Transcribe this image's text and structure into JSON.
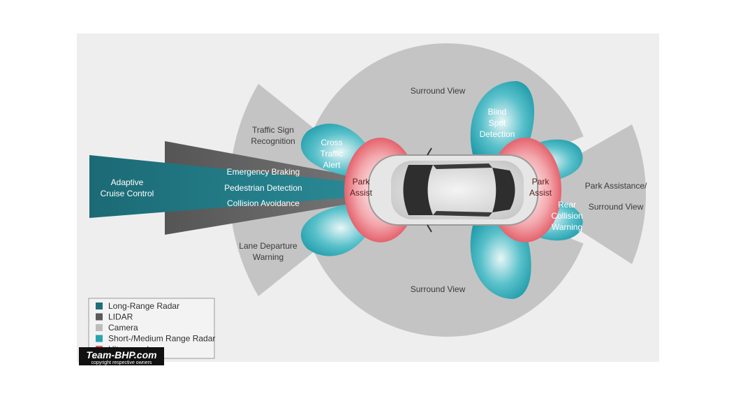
{
  "colors": {
    "long_range_radar": "#1f7a86",
    "lidar": "#5f5f5f",
    "camera": "#c7c7c7",
    "short_medium_radar": "#2aa3b0",
    "ultrasound": "#e25a63",
    "background_panel": "#eeeeee"
  },
  "zones": {
    "adaptive_cruise_line1": "Adaptive",
    "adaptive_cruise_line2": "Cruise Control",
    "emergency_braking": "Emergency Braking",
    "pedestrian_detection": "Pedestrian Detection",
    "collision_avoidance": "Collision Avoidance",
    "traffic_sign_line1": "Traffic Sign",
    "traffic_sign_line2": "Recognition",
    "lane_departure_line1": "Lane Departure",
    "lane_departure_line2": "Warning",
    "cross_traffic_line1": "Cross",
    "cross_traffic_line2": "Traffic",
    "cross_traffic_line3": "Alert",
    "park_assist_front_line1": "Park",
    "park_assist_front_line2": "Assist",
    "park_assist_rear_line1": "Park",
    "park_assist_rear_line2": "Assist",
    "surround_view_top": "Surround View",
    "surround_view_bottom": "Surround View",
    "blind_spot_line1": "Blind",
    "blind_spot_line2": "Spot",
    "blind_spot_line3": "Detection",
    "rear_collision_line1": "Rear",
    "rear_collision_line2": "Collision",
    "rear_collision_line3": "Warning",
    "park_assistance_line1": "Park Assistance/",
    "park_assistance_line2": "Surround View"
  },
  "legend": {
    "items": [
      {
        "label": "Long-Range Radar",
        "color": "#1f6f7a"
      },
      {
        "label": "LIDAR",
        "color": "#5a5a5a"
      },
      {
        "label": "Camera",
        "color": "#bdbdbd"
      },
      {
        "label": "Short-/Medium Range Radar",
        "color": "#2aa3b0"
      },
      {
        "label": "Ultrasound",
        "color": "#e25a63"
      }
    ]
  },
  "watermark": {
    "brand": "Team-BHP.com",
    "caption": "copyright respective owners"
  }
}
